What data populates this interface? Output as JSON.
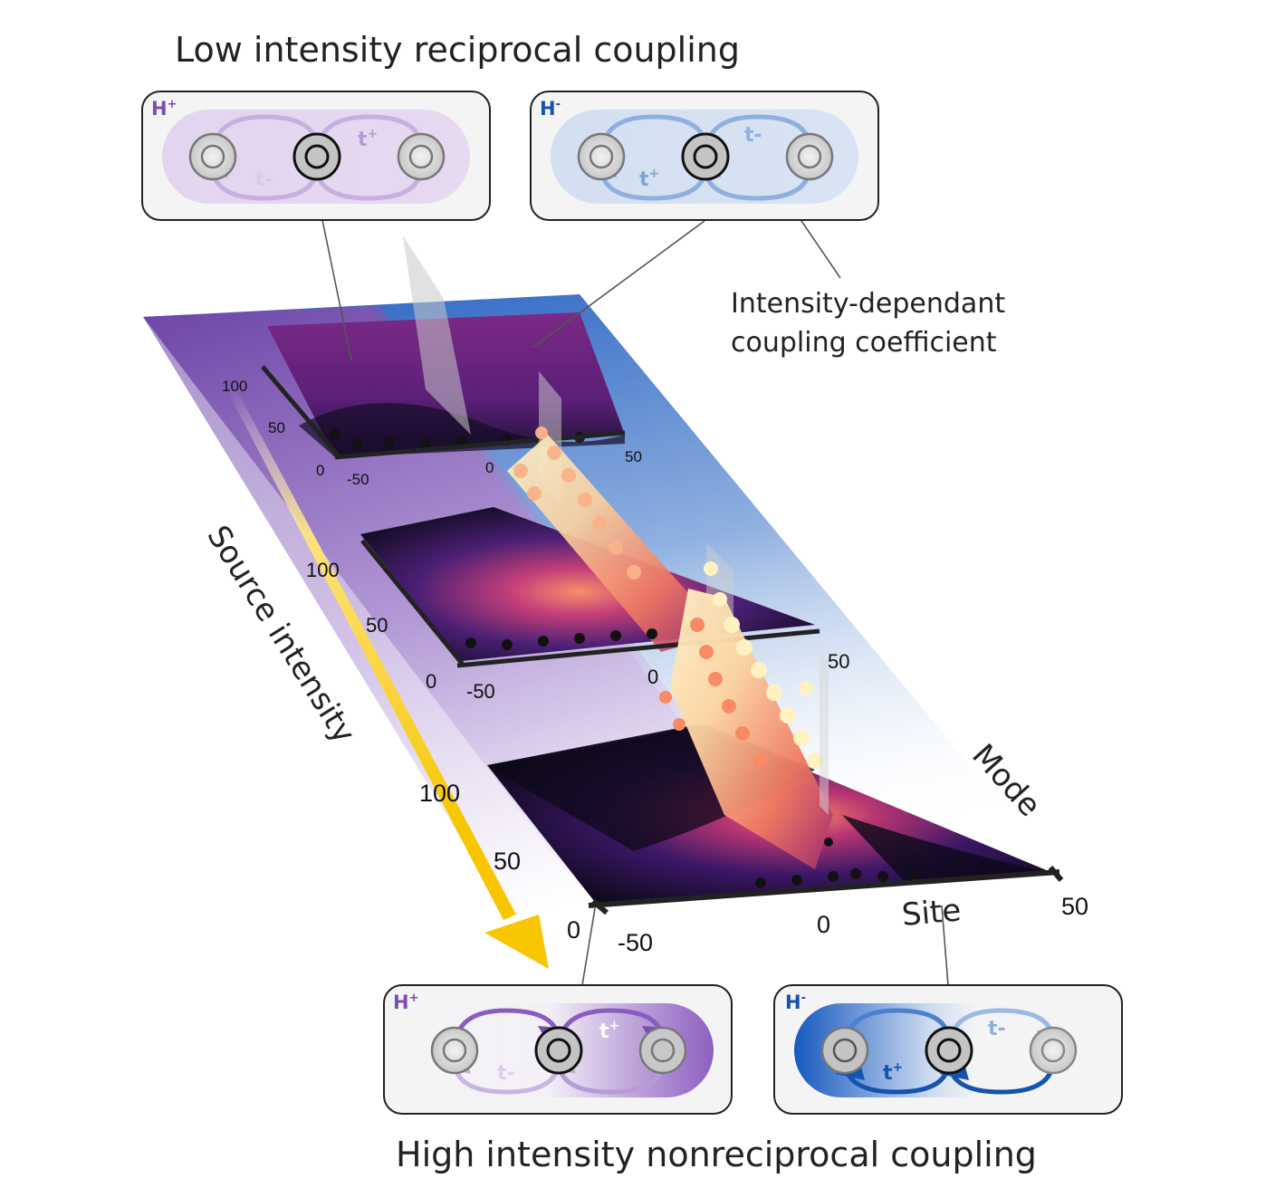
{
  "title_top": "Low intensity reciprocal coupling",
  "title_bottom": "High intensity nonreciprocal coupling",
  "annotation": {
    "line1": "Intensity-dependant",
    "line2": "coupling coefficient"
  },
  "axes": {
    "source_intensity": "Source intensity",
    "mode": "Mode",
    "site": "Site"
  },
  "insets": {
    "hplus": "H",
    "hplus_sup": "+",
    "hminus": "H",
    "hminus_sup": "-",
    "t_plus": "t",
    "t_plus_sup": "+",
    "t_minus": "t-"
  },
  "panel_ticks": {
    "y": [
      "100",
      "50",
      "0"
    ],
    "x": [
      "-50",
      "0",
      "50"
    ]
  },
  "colors": {
    "purple": "#7b4fb0",
    "blue": "#1553b0",
    "arrow_yellow": "#f7c600",
    "surface_dark": "#0e0a1c"
  }
}
